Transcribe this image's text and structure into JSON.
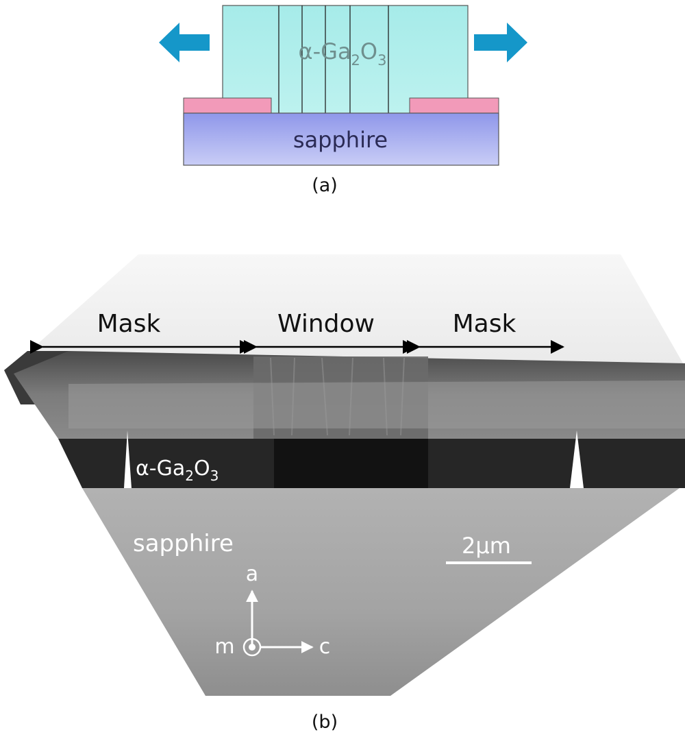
{
  "figure": {
    "panel_a": {
      "caption": "(a)",
      "film_label": {
        "prefix": "α-Ga",
        "sub1": "2",
        "mid": "O",
        "sub2": "3"
      },
      "substrate_label": "sapphire",
      "colors": {
        "film": "#a8ecea",
        "substrate": "#a7aef0",
        "mask": "#f29ab9",
        "arrow": "#1597c9"
      }
    },
    "panel_b": {
      "caption": "(b)",
      "regions": [
        "Mask",
        "Window",
        "Mask"
      ],
      "film_label": {
        "prefix": "α-Ga",
        "sub1": "2",
        "mid": "O",
        "sub2": "3"
      },
      "substrate_label": "sapphire",
      "scale_bar": "2μm",
      "axes": {
        "up": "a",
        "right": "c",
        "out_of_plane": "m"
      }
    }
  }
}
